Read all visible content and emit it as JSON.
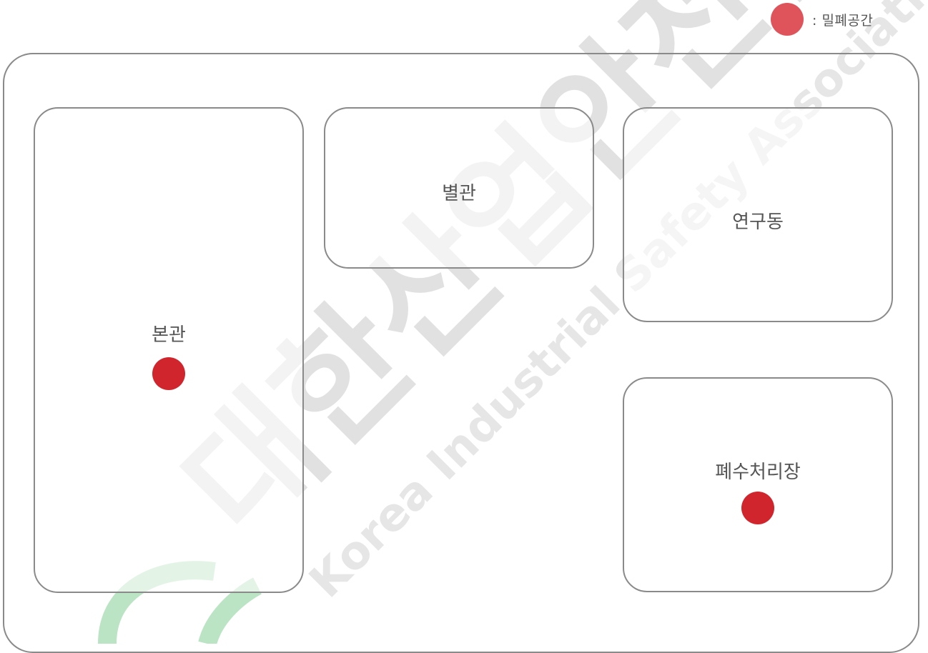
{
  "legend": {
    "label": ": 밀폐공간",
    "marker_color": "#d9363e"
  },
  "buildings": {
    "main": {
      "label": "본관",
      "confined_space": true
    },
    "annex": {
      "label": "별관",
      "confined_space": false
    },
    "research": {
      "label": "연구동",
      "confined_space": false
    },
    "wastewater": {
      "label": "폐수처리장",
      "confined_space": true
    }
  },
  "marker_color": "#d0252c",
  "watermark": {
    "korean": "대한산업안전협회",
    "english": "Korea Industrial Safety Association",
    "color": "#9e9e9e",
    "logo_color": "#3db55a"
  }
}
